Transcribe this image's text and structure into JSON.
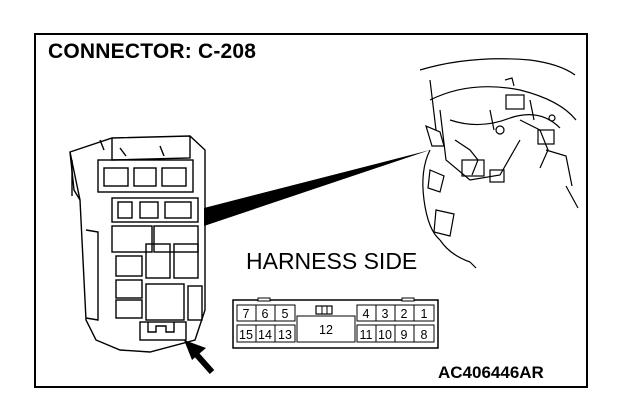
{
  "title": "CONNECTOR: C-208",
  "view_label": "HARNESS SIDE",
  "figure_code": "AC406446AR",
  "connector": {
    "top_row_left": [
      "7",
      "6",
      "5"
    ],
    "top_row_right": [
      "4",
      "3",
      "2",
      "1"
    ],
    "bottom_row_left": [
      "15",
      "14",
      "13"
    ],
    "bottom_row_right": [
      "11",
      "10",
      "9",
      "8"
    ],
    "center_pin": "12"
  }
}
